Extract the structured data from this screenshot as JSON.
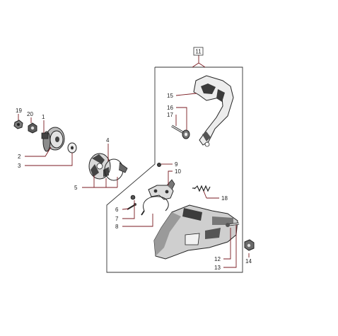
{
  "callouts": {
    "c1": "1",
    "c2": "2",
    "c3": "3",
    "c4": "4",
    "c5": "5",
    "c6": "6",
    "c7": "7",
    "c8": "8",
    "c9": "9",
    "c10": "10",
    "c11": "11",
    "c12": "12",
    "c13": "13",
    "c14": "14",
    "c15": "15",
    "c16": "16",
    "c17": "17",
    "c18": "18",
    "c19": "19",
    "c20": "20"
  },
  "colors": {
    "leader_line": "#7a1a20",
    "part_fill_light": "#e6e6e6",
    "part_fill_dark": "#555555",
    "frame_line": "#333333"
  }
}
